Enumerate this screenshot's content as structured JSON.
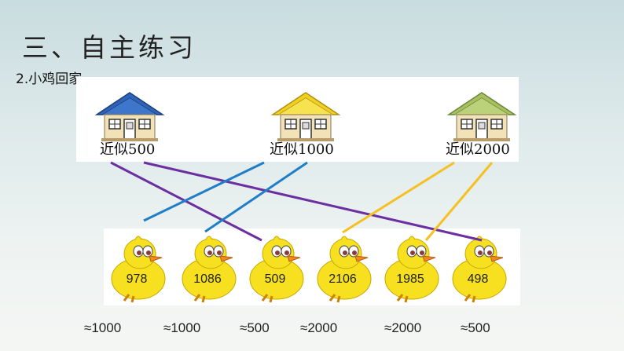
{
  "title": "三、自主练习",
  "subtitle": "2.小鸡回家。",
  "houses": [
    {
      "label": "近似500",
      "roof_color": "#2f63b7"
    },
    {
      "label": "近似1000",
      "roof_color": "#f0d020"
    },
    {
      "label": "近似2000",
      "roof_color": "#a8c060"
    }
  ],
  "chicks": [
    {
      "number": "978",
      "approx": "≈1000"
    },
    {
      "number": "1086",
      "approx": "≈1000"
    },
    {
      "number": "509",
      "approx": "≈500"
    },
    {
      "number": "2106",
      "approx": "≈2000"
    },
    {
      "number": "1985",
      "approx": "≈2000"
    },
    {
      "number": "498",
      "approx": "≈500"
    }
  ],
  "line_colors": {
    "to_500": "#6a2fa0",
    "to_1000": "#1e7fc8",
    "to_2000": "#f5c020"
  }
}
